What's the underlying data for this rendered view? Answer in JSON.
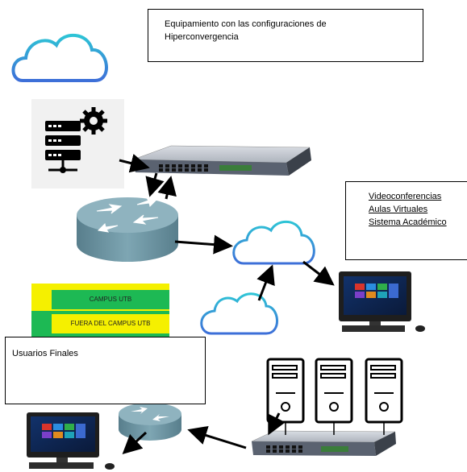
{
  "title_box": {
    "line1": "Equipamiento con las configuraciones de",
    "line2": "Hiperconvergencia"
  },
  "services_box": {
    "items": [
      "Videoconferencias",
      "Aulas Virtuales",
      "Sistema Académico"
    ]
  },
  "legend": {
    "row1": "CAMPUS UTB",
    "row2": "FUERA DEL CAMPUS UTB",
    "colors": {
      "yellow": "#f5f000",
      "green": "#1db954"
    }
  },
  "users_box": {
    "label": "Usuarios Finales"
  },
  "colors": {
    "cloud_top": "#2ec4d6",
    "cloud_bottom": "#3d6fd8",
    "router": "#6f98a6",
    "switch": "#5a6270",
    "arrow": "#000000"
  },
  "icons": [
    "cloud-icon",
    "server-gear-icon",
    "switch-icon",
    "router-icon",
    "desktop-icon",
    "tower-server-icon"
  ]
}
